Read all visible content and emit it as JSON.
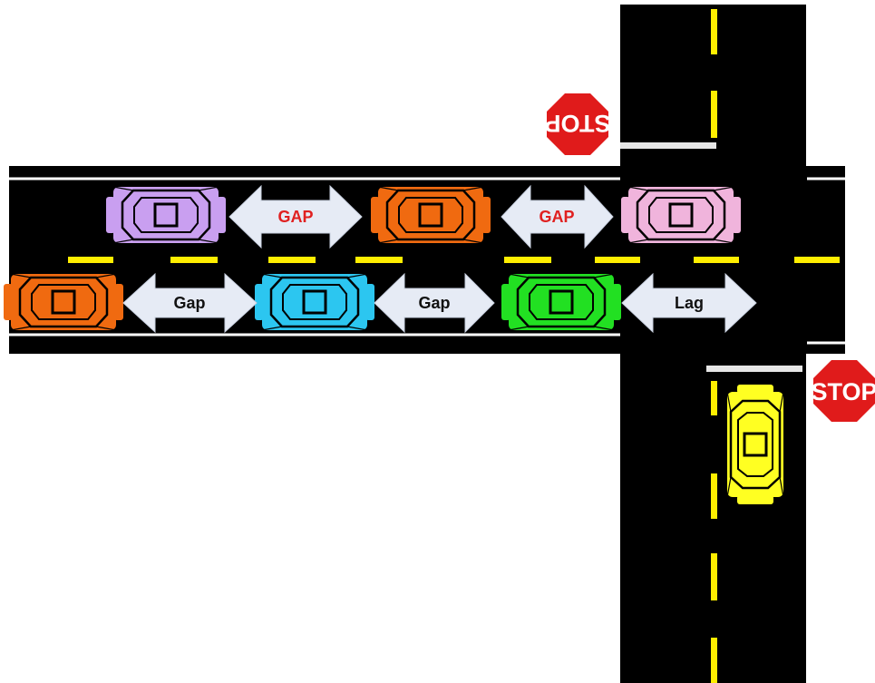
{
  "arrows": {
    "upper": [
      "GAP",
      "GAP"
    ],
    "lower": [
      "Gap",
      "Gap",
      "Lag"
    ]
  },
  "signs": {
    "stop_top": "STOP",
    "stop_right": "STOP"
  },
  "cars": [
    {
      "color": "#c99ff0"
    },
    {
      "color": "#f06a10"
    },
    {
      "color": "#f0b4dc"
    },
    {
      "color": "#f06a10"
    },
    {
      "color": "#2cc6f0"
    },
    {
      "color": "#22e022"
    },
    {
      "color": "#ffff22"
    }
  ],
  "colors": {
    "road": "#000000",
    "lane_divider": "#ffee00",
    "edge_line": "#ffffff",
    "arrow_fill": "#e6ebf5",
    "gap_upper_text": "#e02020",
    "gap_lower_text": "#111111",
    "stop_sign": "#e01b1b"
  }
}
